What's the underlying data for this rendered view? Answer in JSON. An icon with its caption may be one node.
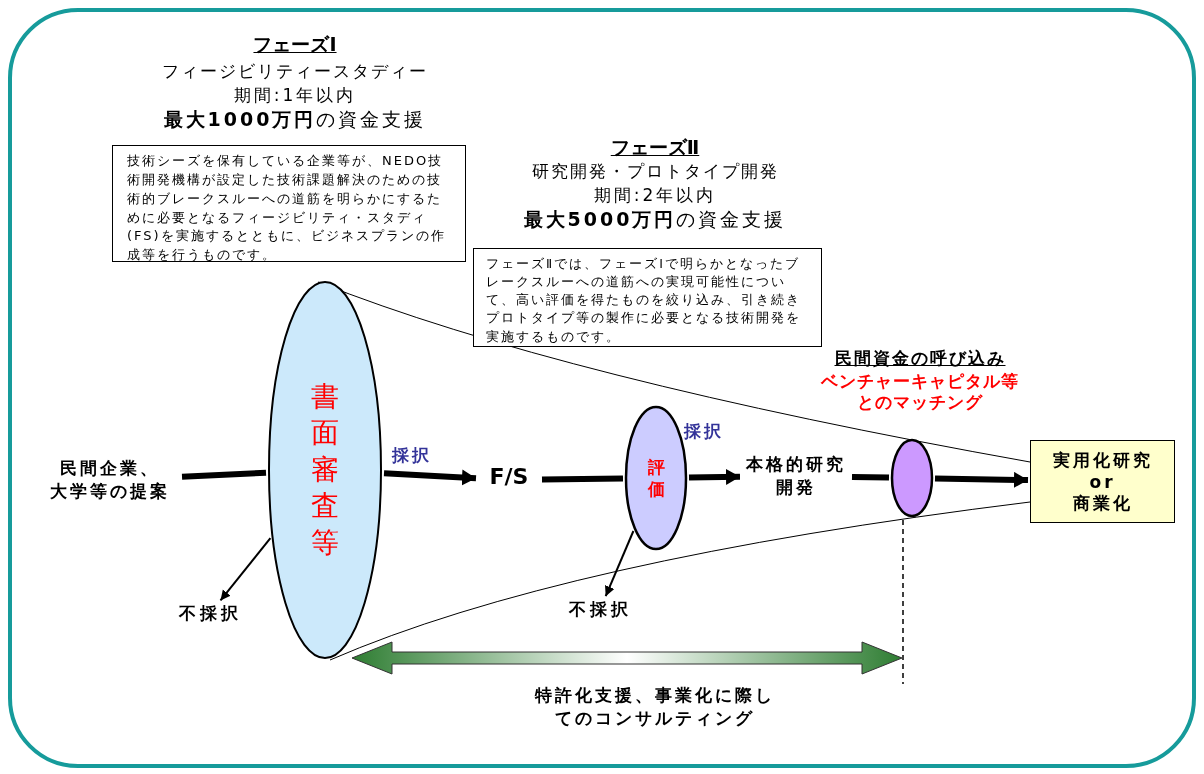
{
  "diagram": {
    "nodes": [
      {
        "text": [
          "民間企業、大学等の提案"
        ]
      },
      {
        "text": [
          "書面審査等"
        ]
      },
      {
        "text": [
          "F/S"
        ]
      },
      {
        "text": [
          "評価"
        ]
      },
      {
        "text": [
          "本格的研究開発"
        ]
      },
      {
        "text": [],
        "shape": "circle"
      },
      {
        "text": [
          "実用化研究 or 商業化"
        ]
      },
      {
        "text": [
          "不採択"
        ]
      },
      {
        "text": [
          "不採択"
        ]
      },
      {
        "text": [
          "技術シーズを保有している企業等が、NEDO技術開発機構が設定した技術課題解決のための技術的ブレークスルーへの道筋を明らかにするために必要となるフィージビリティ・スタディ(FS)を実施するとともに、ビジネスプランの作成等を行うものです。"
        ]
      },
      {
        "text": [
          "フェーズⅡでは、フェーズⅠで明らかとなったブレークスルーへの道筋への実現可能性について、高い評価を得たものを絞り込み、引き続きプロトタイプ等の製作に必要となる技術開発を実施するものです。"
        ]
      }
    ],
    "edges": [
      {
        "from": 0,
        "to": 1,
        "arrow": "none"
      },
      {
        "from": 1,
        "to": 7,
        "arrow": "to"
      },
      {
        "from": 1,
        "to": 2,
        "arrow": "to",
        "label": "採択"
      },
      {
        "from": 2,
        "to": 3,
        "arrow": "none"
      },
      {
        "from": 3,
        "to": 8,
        "arrow": "to"
      },
      {
        "from": 3,
        "to": 4,
        "arrow": "to",
        "label": "採択"
      },
      {
        "from": 4,
        "to": 5,
        "arrow": "none"
      },
      {
        "from": 5,
        "to": 6,
        "arrow": "to"
      }
    ],
    "labels": [
      "フェーズⅠ",
      "フィージビリティースタディー",
      "期間:1年以内",
      "**最大1000万円**の資金支援",
      "フェーズⅡ",
      "研究開発・プロトタイプ開発",
      "期間:2年以内",
      "**最大5000万円**の資金支援",
      "民間資金の呼び込み",
      "ベンチャーキャピタル等とのマッチング",
      "特許化支援、事業化に際してのコンサルティング"
    ]
  }
}
